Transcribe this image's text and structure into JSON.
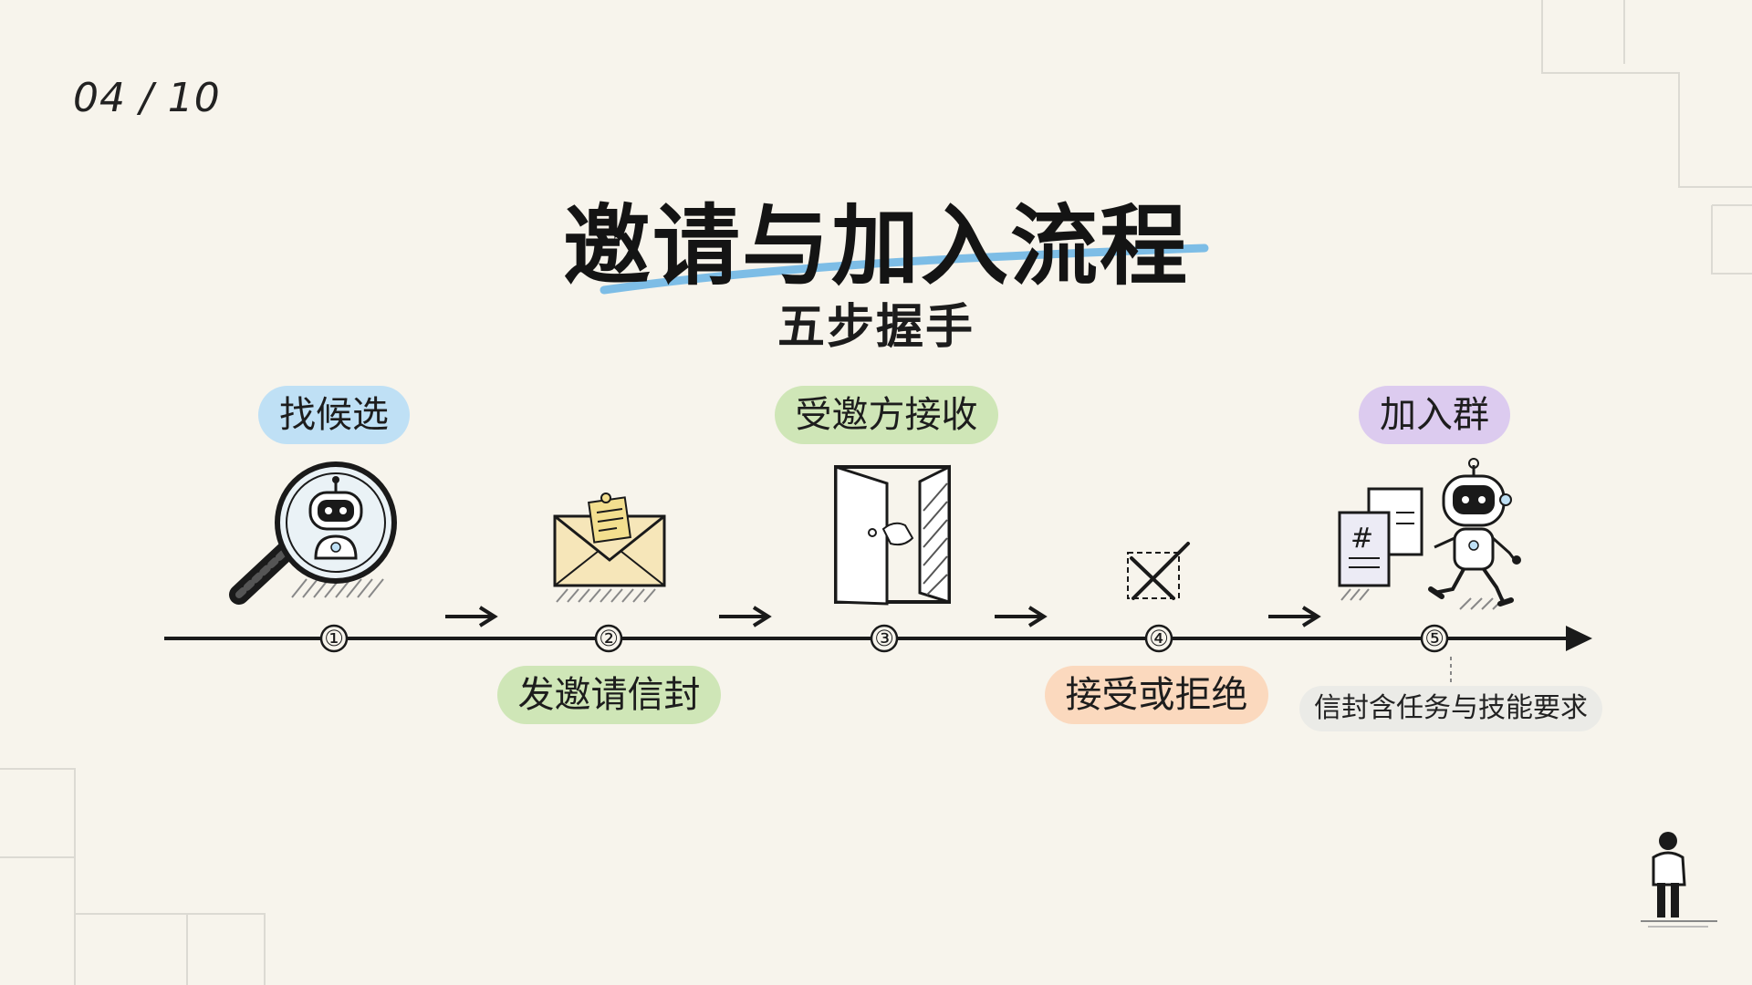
{
  "page": {
    "counter": "04 / 10",
    "title": "邀请与加入流程",
    "subtitle": "五步握手"
  },
  "steps": [
    {
      "number": "①",
      "label": "找候选",
      "label_position": "above",
      "color": "#bfe0f5",
      "icon": "magnifier-robot-icon"
    },
    {
      "number": "②",
      "label": "发邀请信封",
      "label_position": "below",
      "color": "#cfe6b7",
      "icon": "envelope-icon"
    },
    {
      "number": "③",
      "label": "受邀方接收",
      "label_position": "above",
      "color": "#cfe6b7",
      "icon": "door-icon"
    },
    {
      "number": "④",
      "label": "接受或拒绝",
      "label_position": "below",
      "color": "#fbd9be",
      "icon": "cross-mark-icon"
    },
    {
      "number": "⑤",
      "label": "加入群",
      "label_position": "above",
      "color": "#dccbef",
      "icon": "robot-joining-icon"
    }
  ],
  "note": "信封含任务与技能要求",
  "colors": {
    "background": "#f7f4ec",
    "ink": "#1a1a1a",
    "underline": "#6fb7e6",
    "note_bg": "#ebebe7"
  }
}
